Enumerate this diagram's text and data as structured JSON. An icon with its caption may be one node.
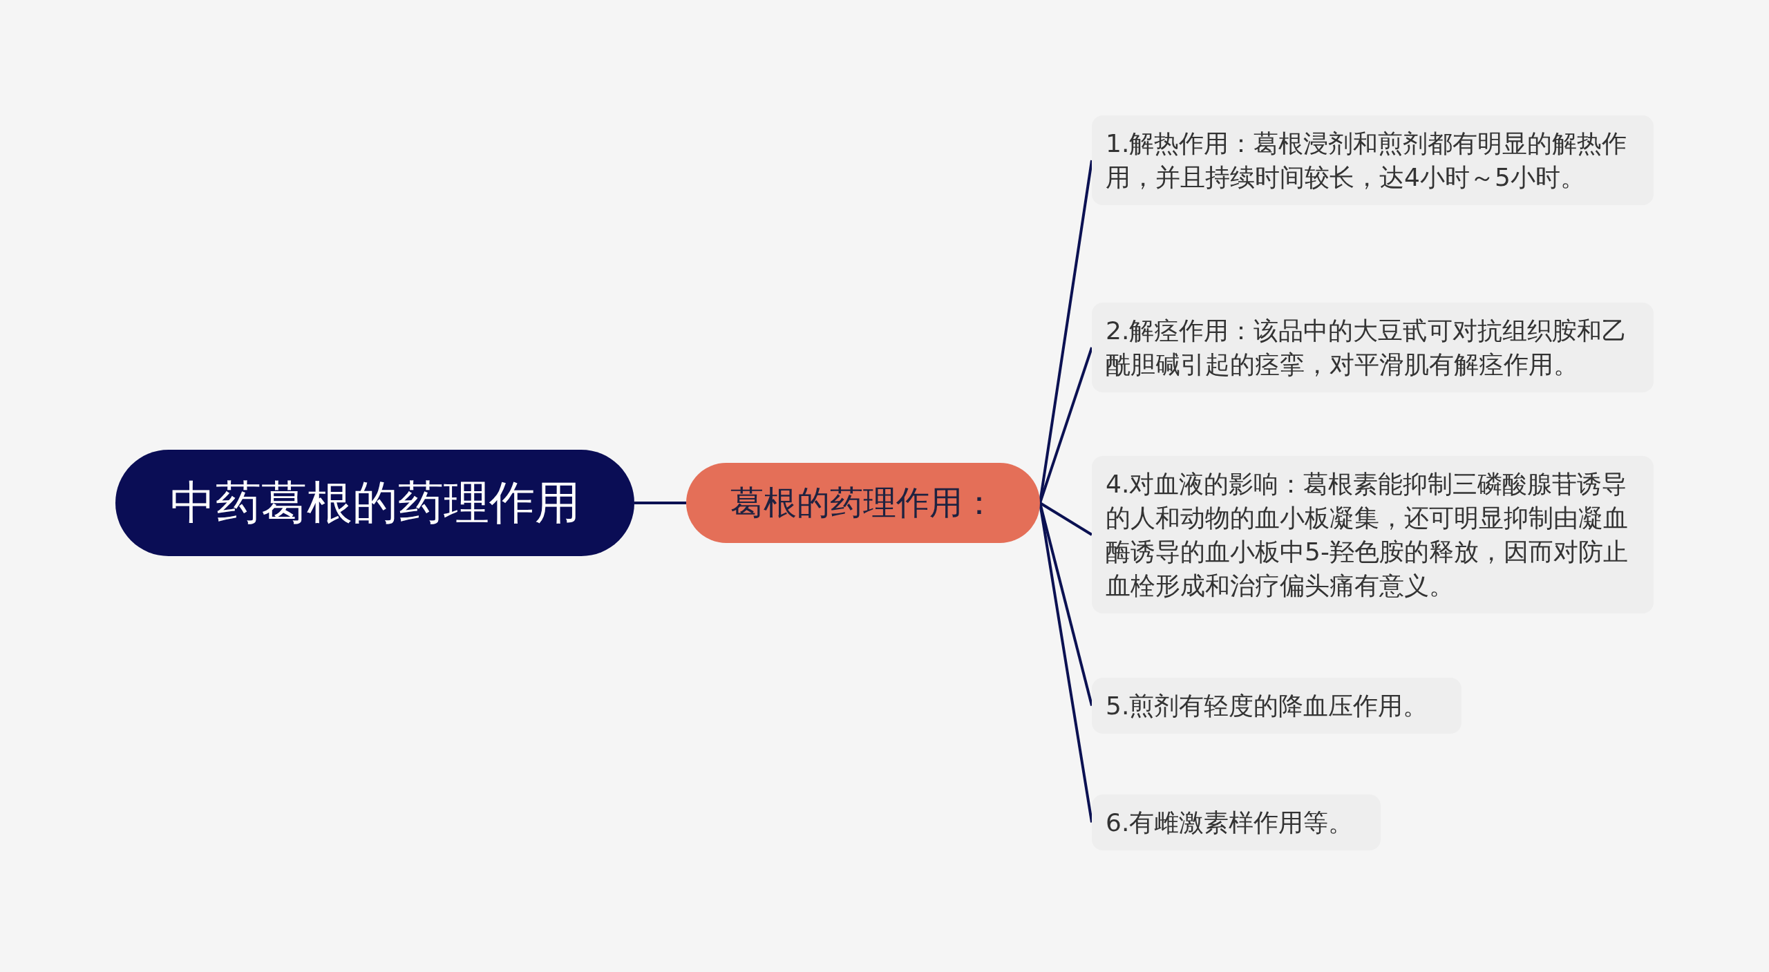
{
  "diagram": {
    "nodes": [
      {
        "text": [
          "中药葛根的药理作用"
        ]
      },
      {
        "text": [
          "葛根的药理作用："
        ]
      },
      {
        "text": [
          "1.解热作用：葛根浸剂和煎剂都有明显的解热作用，并且持续时间较长，达4小时～5小时。"
        ]
      },
      {
        "text": [
          "2.解痉作用：该品中的大豆甙可对抗组织胺和乙酰胆碱引起的痉挛，对平滑肌有解痉作用。"
        ]
      },
      {
        "text": [
          "4.对血液的影响：葛根素能抑制三磷酸腺苷诱导的人和动物的血小板凝集，还可明显抑制由凝血酶诱导的血小板中5-羟色胺的释放，因而对防止血栓形成和治疗偏头痛有意义。"
        ]
      },
      {
        "text": [
          "5.煎剂有轻度的降血压作用。"
        ]
      },
      {
        "text": [
          "6.有雌激素样作用等。"
        ]
      }
    ],
    "edges": [
      {
        "from": 0,
        "to": 1,
        "arrow": "none"
      },
      {
        "from": 1,
        "to": 2,
        "arrow": "none"
      },
      {
        "from": 1,
        "to": 3,
        "arrow": "none"
      },
      {
        "from": 1,
        "to": 4,
        "arrow": "none"
      },
      {
        "from": 1,
        "to": 5,
        "arrow": "none"
      },
      {
        "from": 1,
        "to": 6,
        "arrow": "none"
      }
    ]
  }
}
